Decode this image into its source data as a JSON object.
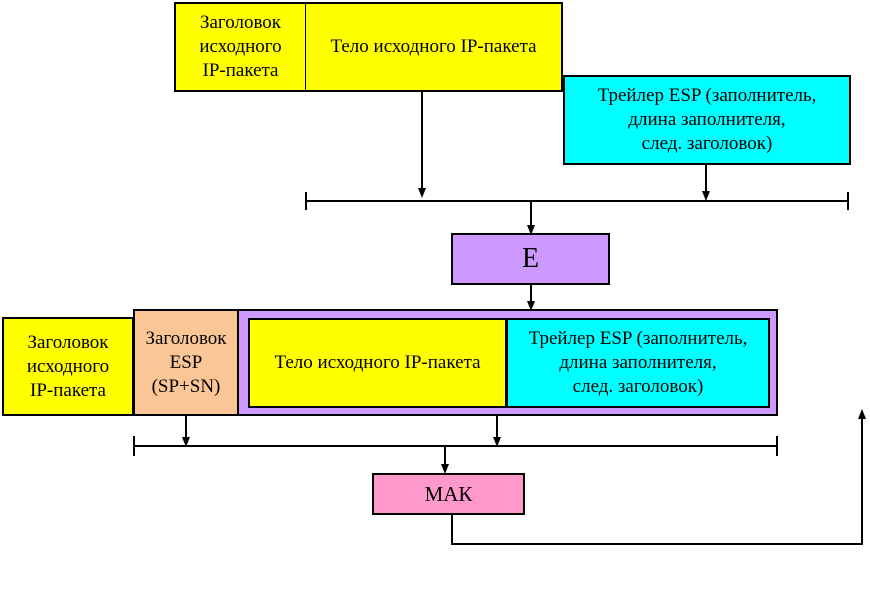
{
  "top": {
    "orig_header": "Заголовок\nисходного\nIP-пакета",
    "orig_body": "Тело исходного IP-пакета",
    "esp_trailer": "Трейлер ESP (заполнитель,\nдлина заполнителя,\nслед. заголовок)"
  },
  "encrypt": {
    "label": "E"
  },
  "bottom": {
    "orig_header": "Заголовок\nисходного\nIP-пакета",
    "esp_header": "Заголовок\nESP\n(SP+SN)",
    "orig_body": "Тело исходного IP-пакета",
    "esp_trailer": "Трейлер ESP (заполнитель,\nдлина заполнителя,\nслед. заголовок)"
  },
  "mac": {
    "label": "МАК"
  },
  "colors": {
    "yellow": "#ffff00",
    "cyan": "#00ffff",
    "violet": "#cc99ff",
    "peach": "#fbc695",
    "pink": "#ff99cc"
  }
}
